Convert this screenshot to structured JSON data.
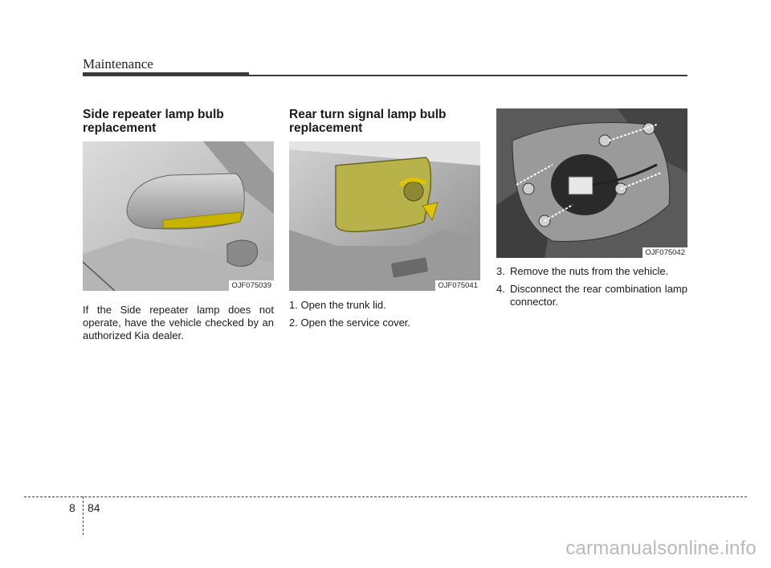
{
  "header": {
    "title": "Maintenance"
  },
  "section1": {
    "title": "Side repeater lamp bulb replacement",
    "figure_code": "OJF075039",
    "body": "If the Side repeater lamp does not operate, have the vehicle checked by an authorized Kia dealer."
  },
  "section2": {
    "title": "Rear turn signal lamp bulb replacement",
    "figure_code": "OJF075041",
    "steps": [
      "1. Open the trunk lid.",
      "2. Open the service cover."
    ]
  },
  "section3": {
    "figure_code": "OJF075042",
    "steps": [
      {
        "num": "3.",
        "text": "Remove the nuts from the vehicle."
      },
      {
        "num": "4.",
        "text": "Disconnect the rear combination lamp connector."
      }
    ]
  },
  "footer": {
    "chapter": "8",
    "page": "84"
  },
  "watermark": "carmanualsonline.info",
  "colors": {
    "accent": "#c8b400",
    "rule": "#3a3a3a"
  }
}
